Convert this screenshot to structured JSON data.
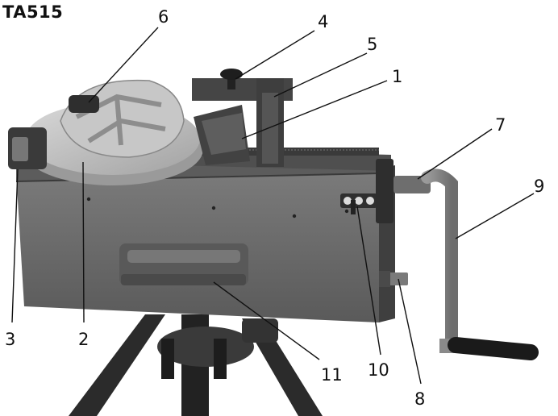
{
  "model": "TA515",
  "callouts": [
    {
      "id": "1",
      "label": "1",
      "part": "slide-block"
    },
    {
      "id": "2",
      "label": "2",
      "part": "bending-former"
    },
    {
      "id": "3",
      "label": "3",
      "part": "former-handle"
    },
    {
      "id": "4",
      "label": "4",
      "part": "clamp-knob"
    },
    {
      "id": "5",
      "label": "5",
      "part": "clamp-bracket"
    },
    {
      "id": "6",
      "label": "6",
      "part": "former-center-pin"
    },
    {
      "id": "7",
      "label": "7",
      "part": "crank-shaft-bushing"
    },
    {
      "id": "8",
      "label": "8",
      "part": "side-shaft"
    },
    {
      "id": "9",
      "label": "9",
      "part": "crank-handle"
    },
    {
      "id": "10",
      "label": "10",
      "part": "control-pin"
    },
    {
      "id": "11",
      "label": "11",
      "part": "carry-handle"
    }
  ],
  "colors": {
    "body": "#6a6a6a",
    "body_dark": "#4a4a4a",
    "top_plate": "#5c5c5c",
    "former": "#b9b9b9",
    "former_light": "#d6d6d6",
    "steel": "#3a3a3a",
    "stand": "#2a2a2a",
    "ink": "#111111"
  }
}
